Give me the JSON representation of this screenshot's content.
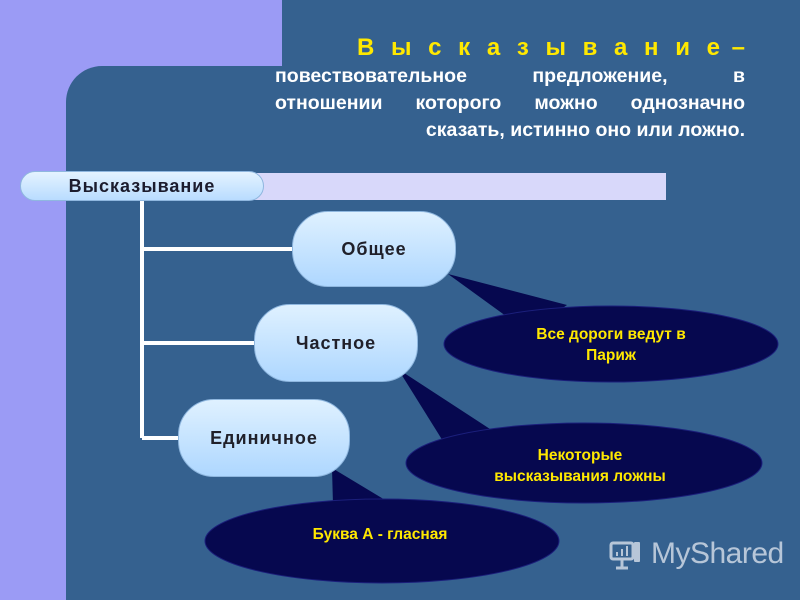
{
  "definition": {
    "term": "В ы с к а з ы в а н и е",
    "dash": " –",
    "lines": [
      "повествовательное предложение, в",
      "отношении которого можно однозначно",
      "сказать, истинно оно или ложно."
    ]
  },
  "diagram": {
    "root": "Высказывание",
    "nodes": [
      "Общее",
      "Частное",
      "Единичное"
    ]
  },
  "callouts": [
    {
      "line1": "Все дороги ведут в",
      "line2": "Париж"
    },
    {
      "line1": "Некоторые",
      "line2": "высказывания ложны"
    },
    {
      "line1": "Буква А - гласная"
    }
  ],
  "watermark": {
    "text": "MyShared",
    "icon": "presentation-icon"
  },
  "colors": {
    "background_lavender": "#9b9bf5",
    "background_blue": "#35618f",
    "callout_navy": "#06084f",
    "node_light_blue": "#b9dcff",
    "accent_yellow": "#ffe800"
  }
}
